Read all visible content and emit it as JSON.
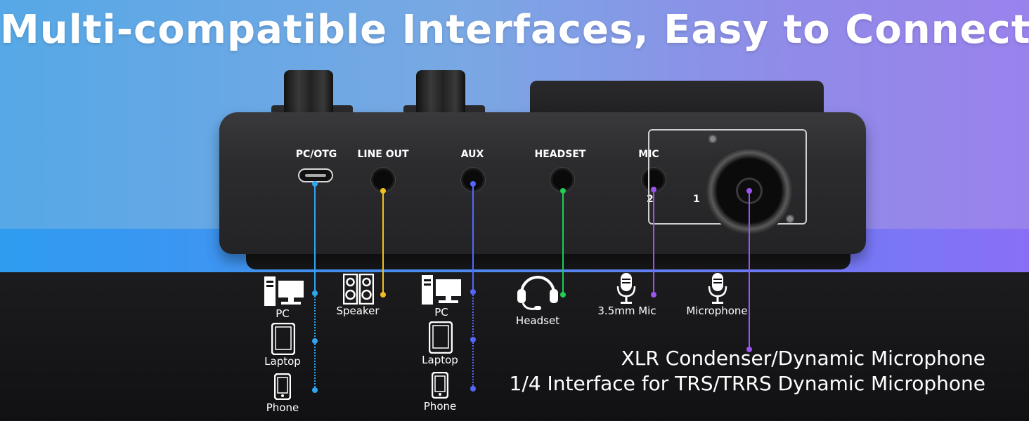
{
  "page": {
    "title": "Multi-compatible Interfaces, Easy to Connect"
  },
  "ports": {
    "pc_otg": "PC/OTG",
    "line_out": "LINE OUT",
    "aux": "AUX",
    "headset": "HEADSET",
    "mic": "MIC",
    "mic_num_2": "2",
    "xlr_num_1": "1"
  },
  "devices": {
    "pc_1": "PC",
    "laptop_1": "Laptop",
    "phone_1": "Phone",
    "speaker": "Speaker",
    "pc_2": "PC",
    "laptop_2": "Laptop",
    "phone_2": "Phone",
    "headset": "Headset",
    "mic_35": "3.5mm Mic",
    "microphone": "Microphone"
  },
  "captions": {
    "line1": "XLR Condenser/Dynamic Microphone",
    "line2": "1/4 Interface for TRS/TRRS Dynamic Microphone"
  },
  "colors": {
    "pc_otg_line": "#2fa6ef",
    "line_out_line": "#f0c020",
    "aux_line": "#5566ff",
    "headset_line": "#22cc55",
    "mic_line": "#9b55ee",
    "xlr_line": "#9b55ee"
  },
  "icons": [
    "pc-icon",
    "laptop-icon",
    "phone-icon",
    "speaker-icon",
    "headset-icon",
    "microphone-icon"
  ]
}
